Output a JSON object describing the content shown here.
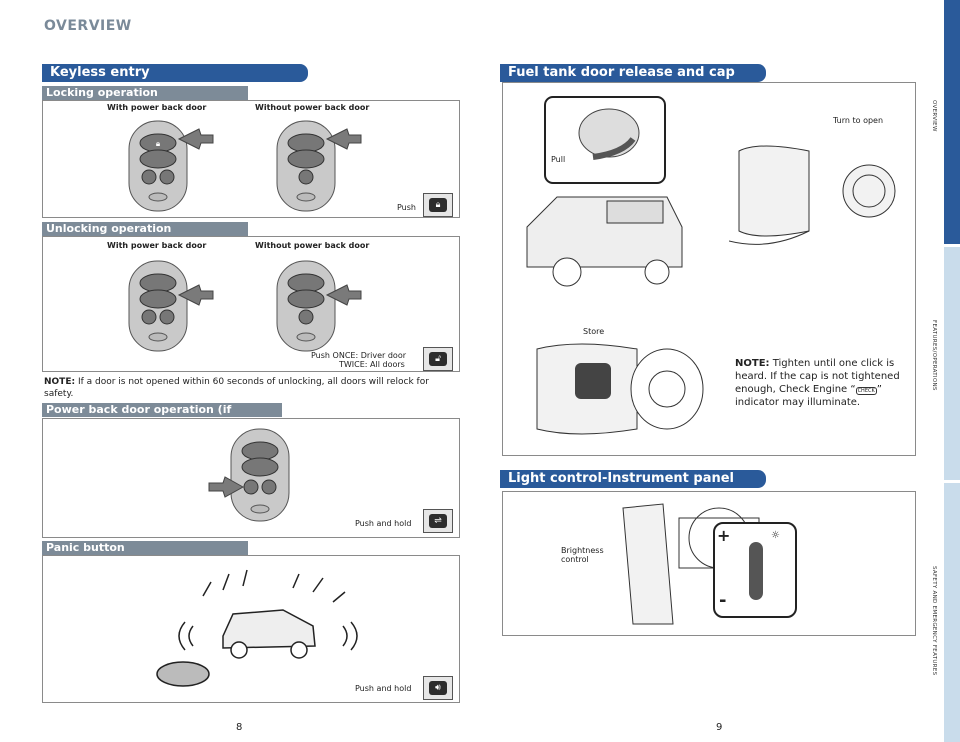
{
  "header": {
    "title": "OVERVIEW"
  },
  "keyless": {
    "title": "Keyless entry",
    "locking": {
      "title": "Locking operation",
      "col_with": "With power back door",
      "col_without": "Without power back door",
      "instruction": "Push"
    },
    "unlocking": {
      "title": "Unlocking operation",
      "col_with": "With power back door",
      "col_without": "Without power back door",
      "instruction_line1": "Push  ONCE: Driver door",
      "instruction_line2": "TWICE: All doors"
    },
    "note_label": "NOTE:",
    "note_text": "If a door is not opened within 60 seconds of unlocking, all doors will relock for safety.",
    "power_back": {
      "title": "Power back door operation (if equipped)",
      "instruction": "Push and hold"
    },
    "panic": {
      "title": "Panic button",
      "instruction": "Push and hold"
    }
  },
  "fuel": {
    "title": "Fuel tank door release and cap",
    "pull": "Pull",
    "turn": "Turn to open",
    "store": "Store",
    "note_label": "NOTE:",
    "note_text": "Tighten until one click is heard. If the cap is not tightened enough, Check Engine “",
    "note_text_end": "” indicator may illuminate.",
    "check_icon_label": "CHECK"
  },
  "light": {
    "title": "Light control-Instrument panel",
    "brightness_line1": "Brightness",
    "brightness_line2": "control",
    "plus": "+",
    "minus": "-"
  },
  "sidebar": {
    "tab1": "OVERVIEW",
    "tab2": "FEATURES/OPERATIONS",
    "tab3": "SAFETY AND EMERGENCY FEATURES"
  },
  "page_numbers": {
    "left": "8",
    "right": "9"
  },
  "colors": {
    "section_blue": "#2a5a9a",
    "subsection_gray": "#7d8b98",
    "tab_light": "#c9dceb"
  }
}
